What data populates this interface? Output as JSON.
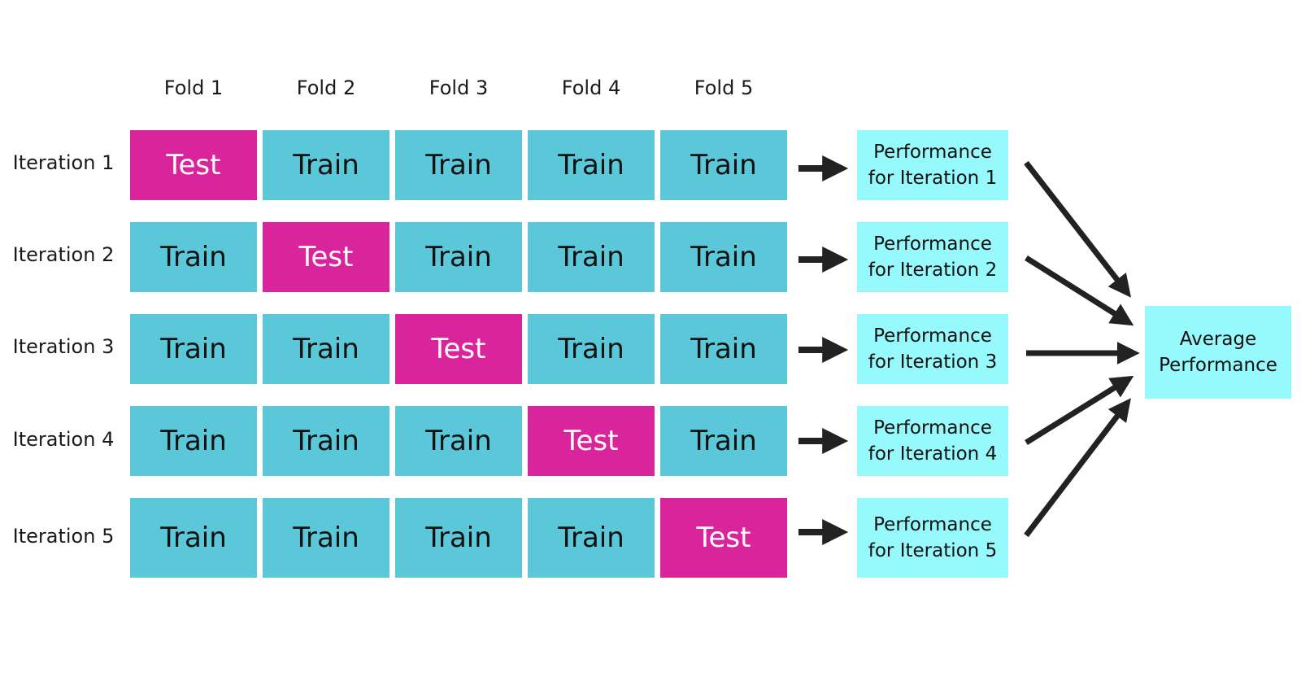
{
  "folds": [
    "Fold 1",
    "Fold 2",
    "Fold 3",
    "Fold 4",
    "Fold 5"
  ],
  "iterations": [
    {
      "label": "Iteration 1",
      "cells": [
        "Test",
        "Train",
        "Train",
        "Train",
        "Train"
      ],
      "performance": "Performance for Iteration 1"
    },
    {
      "label": "Iteration 2",
      "cells": [
        "Train",
        "Test",
        "Train",
        "Train",
        "Train"
      ],
      "performance": "Performance for Iteration 2"
    },
    {
      "label": "Iteration 3",
      "cells": [
        "Train",
        "Train",
        "Test",
        "Train",
        "Train"
      ],
      "performance": "Performance for Iteration 3"
    },
    {
      "label": "Iteration 4",
      "cells": [
        "Train",
        "Train",
        "Train",
        "Test",
        "Train"
      ],
      "performance": "Performance for Iteration 4"
    },
    {
      "label": "Iteration 5",
      "cells": [
        "Train",
        "Train",
        "Train",
        "Train",
        "Test"
      ],
      "performance": "Performance for Iteration 5"
    }
  ],
  "average": "Average Performance",
  "colors": {
    "train": "#5bc8da",
    "test": "#d9249b",
    "performance": "#96fafc",
    "arrow": "#222222"
  }
}
